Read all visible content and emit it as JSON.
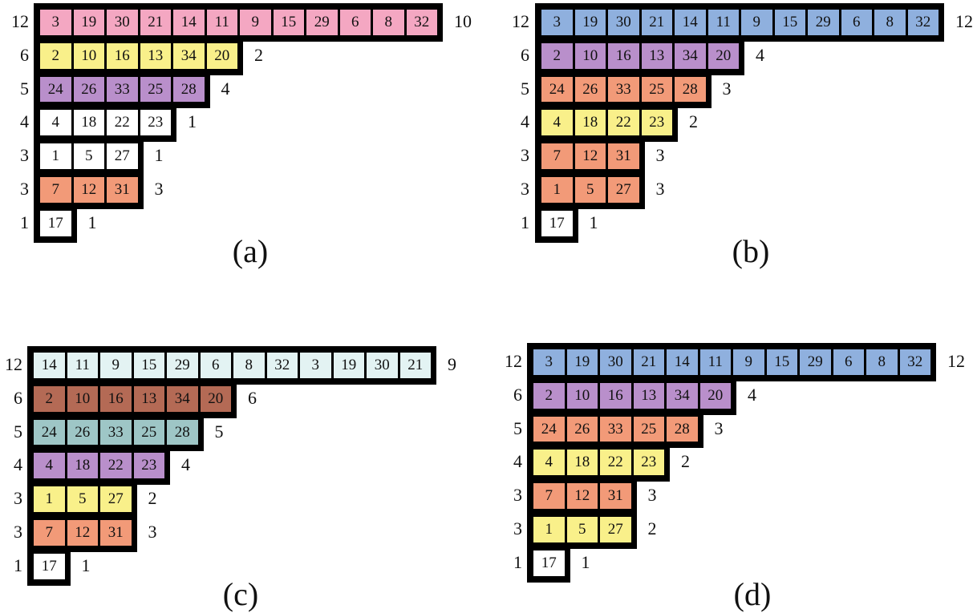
{
  "colors": {
    "pink": "#f4a7c2",
    "yellow": "#f9f08a",
    "purple": "#b98fcb",
    "white": "#ffffff",
    "orange": "#f29a78",
    "blue": "#8fb0de",
    "lightcyan": "#e3f3f3",
    "brown": "#b46a55",
    "teal": "#9ec6c6"
  },
  "panels": [
    {
      "id": "a",
      "caption": "(a)",
      "rows": [
        {
          "label": "12",
          "color": "pink",
          "cells": [
            "3",
            "19",
            "30",
            "21",
            "14",
            "11",
            "9",
            "15",
            "29",
            "6",
            "8",
            "32"
          ],
          "count": "10"
        },
        {
          "label": "6",
          "color": "yellow",
          "cells": [
            "2",
            "10",
            "16",
            "13",
            "34",
            "20"
          ],
          "count": "2"
        },
        {
          "label": "5",
          "color": "purple",
          "cells": [
            "24",
            "26",
            "33",
            "25",
            "28"
          ],
          "count": "4"
        },
        {
          "label": "4",
          "color": "white",
          "cells": [
            "4",
            "18",
            "22",
            "23"
          ],
          "count": "1"
        },
        {
          "label": "3",
          "color": "white",
          "cells": [
            "1",
            "5",
            "27"
          ],
          "count": "1"
        },
        {
          "label": "3",
          "color": "orange",
          "cells": [
            "7",
            "12",
            "31"
          ],
          "count": "3"
        },
        {
          "label": "1",
          "color": "white",
          "cells": [
            "17"
          ],
          "count": "1"
        }
      ]
    },
    {
      "id": "b",
      "caption": "(b)",
      "rows": [
        {
          "label": "12",
          "color": "blue",
          "cells": [
            "3",
            "19",
            "30",
            "21",
            "14",
            "11",
            "9",
            "15",
            "29",
            "6",
            "8",
            "32"
          ],
          "count": "12"
        },
        {
          "label": "6",
          "color": "purple",
          "cells": [
            "2",
            "10",
            "16",
            "13",
            "34",
            "20"
          ],
          "count": "4"
        },
        {
          "label": "5",
          "color": "orange",
          "cells": [
            "24",
            "26",
            "33",
            "25",
            "28"
          ],
          "count": "3"
        },
        {
          "label": "4",
          "color": "yellow",
          "cells": [
            "4",
            "18",
            "22",
            "23"
          ],
          "count": "2"
        },
        {
          "label": "3",
          "color": "orange",
          "cells": [
            "7",
            "12",
            "31"
          ],
          "count": "3"
        },
        {
          "label": "3",
          "color": "orange",
          "cells": [
            "1",
            "5",
            "27"
          ],
          "count": "3"
        },
        {
          "label": "1",
          "color": "white",
          "cells": [
            "17"
          ],
          "count": "1"
        }
      ]
    },
    {
      "id": "c",
      "caption": "(c)",
      "rows": [
        {
          "label": "12",
          "color": "lightcyan",
          "cells": [
            "14",
            "11",
            "9",
            "15",
            "29",
            "6",
            "8",
            "32",
            "3",
            "19",
            "30",
            "21"
          ],
          "count": "9"
        },
        {
          "label": "6",
          "color": "brown",
          "cells": [
            "2",
            "10",
            "16",
            "13",
            "34",
            "20"
          ],
          "count": "6"
        },
        {
          "label": "5",
          "color": "teal",
          "cells": [
            "24",
            "26",
            "33",
            "25",
            "28"
          ],
          "count": "5"
        },
        {
          "label": "4",
          "color": "purple",
          "cells": [
            "4",
            "18",
            "22",
            "23"
          ],
          "count": "4"
        },
        {
          "label": "3",
          "color": "yellow",
          "cells": [
            "1",
            "5",
            "27"
          ],
          "count": "2"
        },
        {
          "label": "3",
          "color": "orange",
          "cells": [
            "7",
            "12",
            "31"
          ],
          "count": "3"
        },
        {
          "label": "1",
          "color": "white",
          "cells": [
            "17"
          ],
          "count": "1"
        }
      ]
    },
    {
      "id": "d",
      "caption": "(d)",
      "rows": [
        {
          "label": "12",
          "color": "blue",
          "cells": [
            "3",
            "19",
            "30",
            "21",
            "14",
            "11",
            "9",
            "15",
            "29",
            "6",
            "8",
            "32"
          ],
          "count": "12"
        },
        {
          "label": "6",
          "color": "purple",
          "cells": [
            "2",
            "10",
            "16",
            "13",
            "34",
            "20"
          ],
          "count": "4"
        },
        {
          "label": "5",
          "color": "orange",
          "cells": [
            "24",
            "26",
            "33",
            "25",
            "28"
          ],
          "count": "3"
        },
        {
          "label": "4",
          "color": "yellow",
          "cells": [
            "4",
            "18",
            "22",
            "23"
          ],
          "count": "2"
        },
        {
          "label": "3",
          "color": "orange",
          "cells": [
            "7",
            "12",
            "31"
          ],
          "count": "3"
        },
        {
          "label": "3",
          "color": "yellow",
          "cells": [
            "1",
            "5",
            "27"
          ],
          "count": "2"
        },
        {
          "label": "1",
          "color": "white",
          "cells": [
            "17"
          ],
          "count": "1"
        }
      ]
    }
  ]
}
